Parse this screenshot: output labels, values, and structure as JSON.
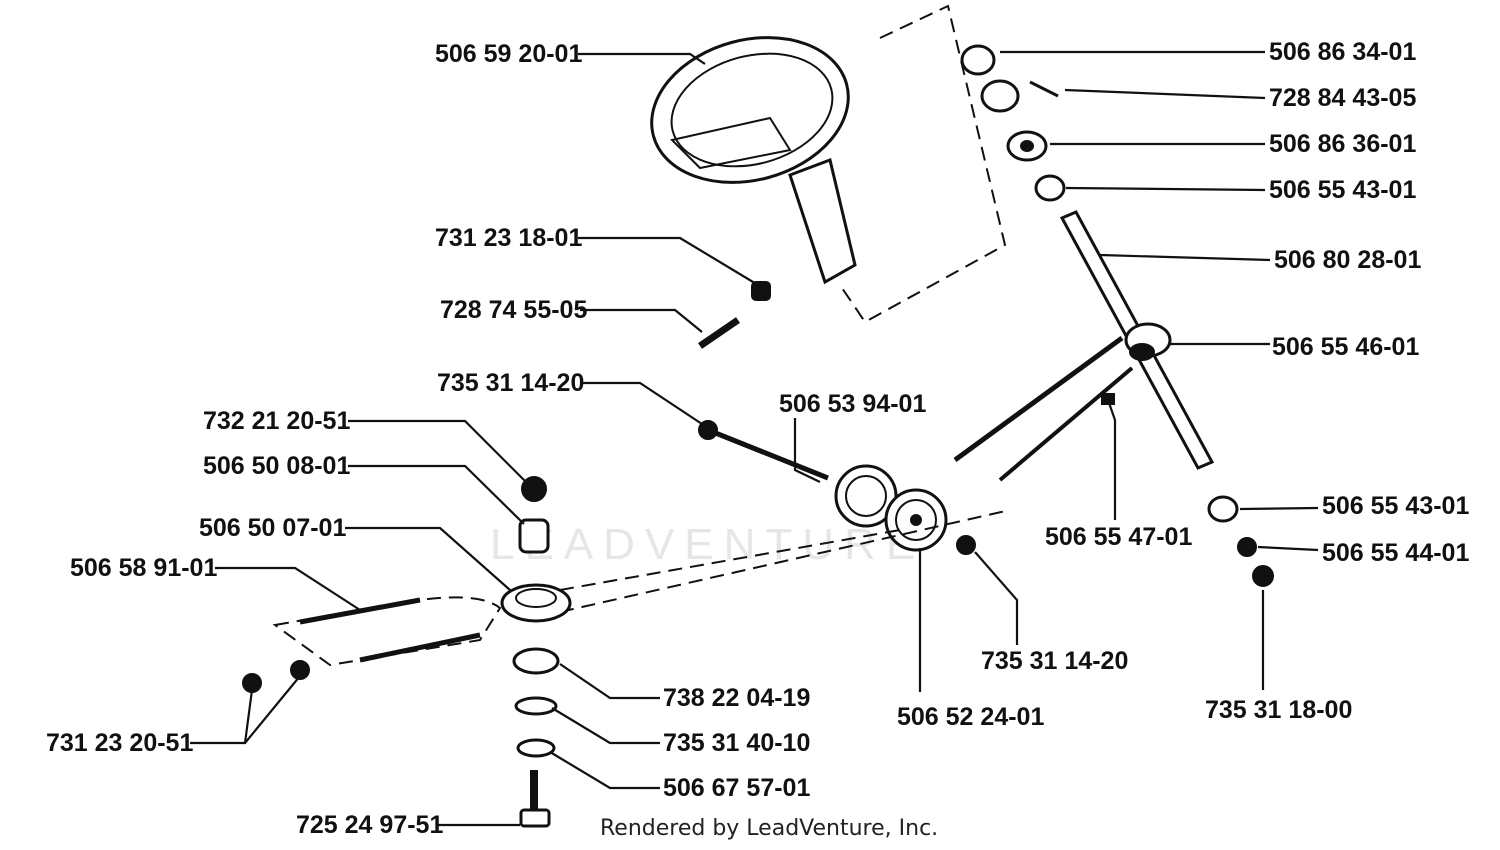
{
  "watermark_text": "LEADVENTURE",
  "credit_text": "Rendered by LeadVenture, Inc.",
  "part_numbers": [
    "506 59 20-01",
    "731 23 18-01",
    "728 74 55-05",
    "735 31 14-20",
    "506 53 94-01",
    "732 21 20-51",
    "506 50 08-01",
    "506 50 07-01",
    "506 58 91-01",
    "731 23 20-51",
    "738 22 04-19",
    "735 31 40-10",
    "506 67 57-01",
    "725 24 97-51",
    "506 52 24-01",
    "735 31 14-20",
    "506 55 47-01",
    "506 86 34-01",
    "728 84 43-05",
    "506 86 36-01",
    "506 55 43-01",
    "506 80 28-01",
    "506 55 46-01",
    "506 55 43-01",
    "506 55 44-01",
    "735 31 18-00"
  ]
}
